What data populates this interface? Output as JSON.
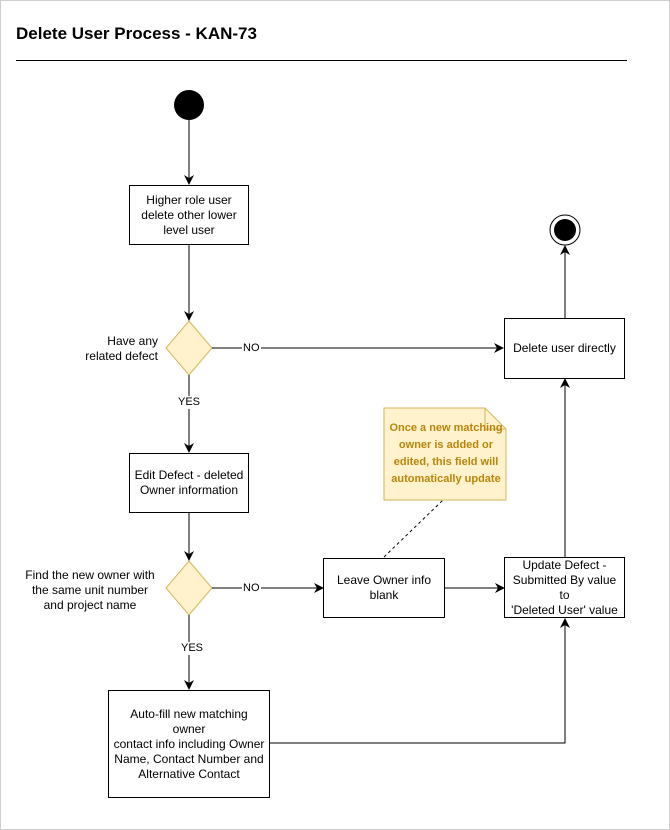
{
  "title": "Delete User Process - KAN-73",
  "nodes": {
    "higher_role": "Higher role user\ndelete other lower\nlevel user",
    "decision_defect": "Have any\nrelated defect",
    "edit_defect": "Edit Defect - deleted\nOwner information",
    "decision_owner": "Find the new owner with\nthe same unit number\nand project name",
    "auto_fill": "Auto-fill new matching owner\ncontact info including Owner\nName, Contact Number and\nAlternative Contact",
    "leave_blank": "Leave Owner info\nblank",
    "update_defect": "Update Defect -\nSubmitted By value to\n'Deleted User' value",
    "delete_directly": "Delete user directly"
  },
  "edges": {
    "no_1": "NO",
    "yes_1": "YES",
    "no_2": "NO",
    "yes_2": "YES"
  },
  "note": "Once a new matching\nowner is added or\nedited, this field will\nautomatically update",
  "colors": {
    "decision_fill": "#fff2cc",
    "decision_stroke": "#d6b656",
    "note_fill": "#fff2cc",
    "note_stroke": "#d6b656",
    "note_text": "#b8860b"
  }
}
